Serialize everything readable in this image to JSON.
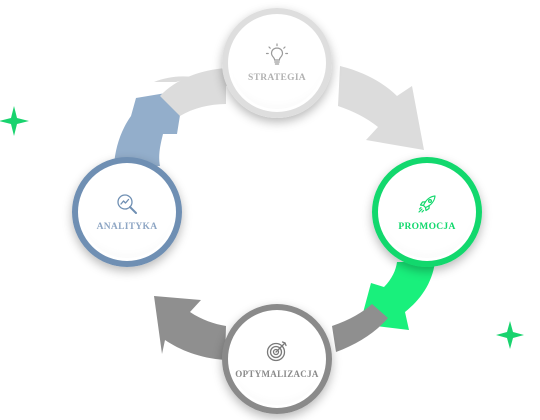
{
  "nodes": {
    "strategia": {
      "label": "STRATEGIA",
      "icon": "lightbulb-icon",
      "color": "#dedede",
      "text_color": "#b2b2b2"
    },
    "promocja": {
      "label": "PROMOCJA",
      "icon": "rocket-icon",
      "color": "#12d86d",
      "text_color": "#12d86d"
    },
    "optymalizacja": {
      "label": "OPTYMALIZACJA",
      "icon": "target-icon",
      "color": "#8a8a8a",
      "text_color": "#8a8a8a"
    },
    "analityka": {
      "label": "ANALITYKA",
      "icon": "magnifier-chart-icon",
      "color": "#6f8fb3",
      "text_color": "#8ea6c4"
    }
  },
  "arrows": [
    {
      "from": "strategia",
      "to": "promocja",
      "color": "#dcdcdc"
    },
    {
      "from": "promocja",
      "to": "optymalizacja",
      "color": "#19f07c"
    },
    {
      "from": "optymalizacja",
      "to": "analityka",
      "color": "#8f8f8f"
    },
    {
      "from": "analityka",
      "to": "strategia",
      "color": "#93aecb"
    }
  ],
  "decor": {
    "sparkle_color": "#19d36e"
  }
}
